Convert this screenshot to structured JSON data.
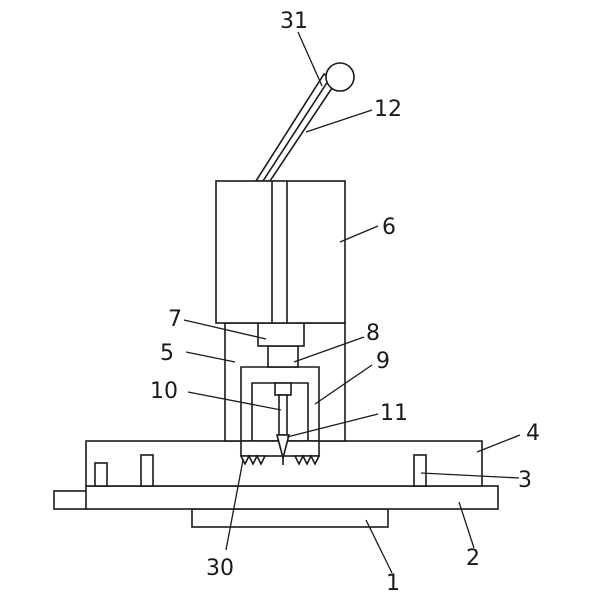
{
  "labels": {
    "l1": "1",
    "l2": "2",
    "l3": "3",
    "l4": "4",
    "l5": "5",
    "l6": "6",
    "l7": "7",
    "l8": "8",
    "l9": "9",
    "l10": "10",
    "l11": "11",
    "l12": "12",
    "l30": "30",
    "l31": "31"
  }
}
